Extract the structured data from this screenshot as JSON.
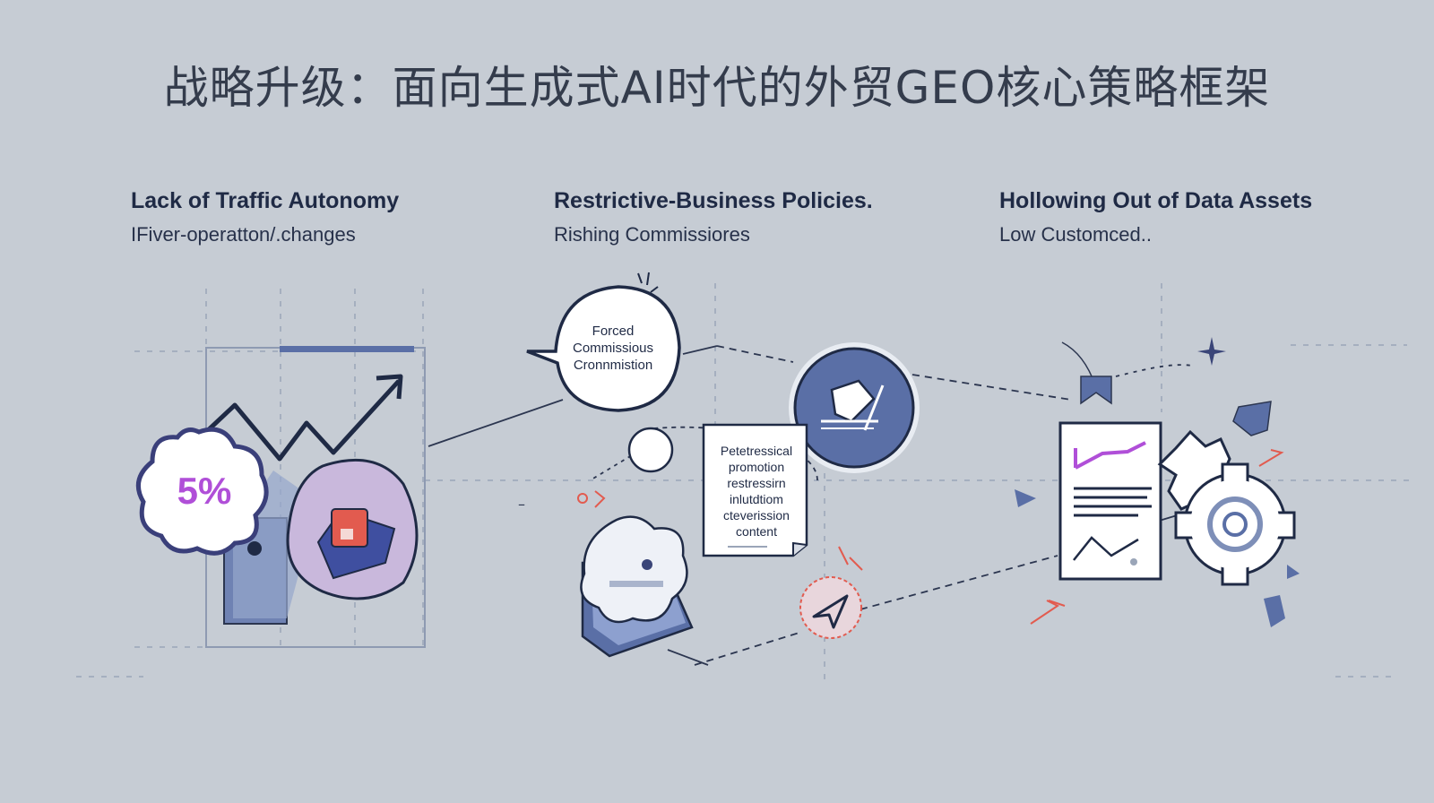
{
  "title": "战略升级：面向生成式AI时代的外贸GEO核心策略框架",
  "columns": [
    {
      "title": "Lack of Traffic Autonomy",
      "subtitle": "IFiver-operatton/.changes"
    },
    {
      "title": "Restrictive-Business Policies.",
      "subtitle": "Rishing  Commissiores"
    },
    {
      "title": "Hollowing Out of Data Assets",
      "subtitle": "Low Customced.."
    }
  ],
  "illustrations": {
    "percent_badge": "5%",
    "speech_bubble": [
      "Forced",
      "Commissious",
      "Cronnmistion"
    ],
    "document_card": [
      "Petetressical",
      "promotion",
      "restressirn",
      "inlutdtiom",
      "cteverission",
      "content"
    ]
  },
  "colors": {
    "background": "#c6ccd4",
    "navy": "#1f2a45",
    "slate_blue": "#5a6fa6",
    "purple": "#b04fd8",
    "lavender": "#c9b8dc",
    "red_accent": "#e25b4f"
  },
  "icons": [
    "trend-arrow-icon",
    "puzzle-badge-icon",
    "wallet-icon",
    "speech-bubble-icon",
    "pen-nib-icon",
    "send-icon",
    "document-report-icon",
    "gear-icon",
    "sparkle-icon"
  ]
}
